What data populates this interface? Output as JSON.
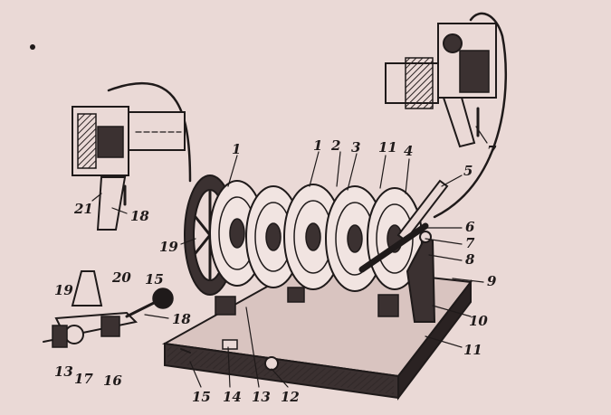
{
  "colors": {
    "paper": "#ead9d6",
    "ink": "#1f1a1a",
    "shade": "#3b3131"
  },
  "labels": {
    "n1a": "1",
    "n1b": "1",
    "n2": "2",
    "n3": "3",
    "n11top": "11",
    "n4": "4",
    "n5": "5",
    "n6": "6",
    "n7a": "7",
    "n7b": "7",
    "n8": "8",
    "n9": "9",
    "n10": "10",
    "n11": "11",
    "n12": "12",
    "n13a": "13",
    "n14": "14",
    "n15a": "15",
    "n21": "21",
    "n18a": "18",
    "n19a": "19",
    "n19b": "19",
    "n20": "20",
    "n15b": "15",
    "n18b": "18",
    "n13b": "13",
    "n17": "17",
    "n16": "16"
  }
}
